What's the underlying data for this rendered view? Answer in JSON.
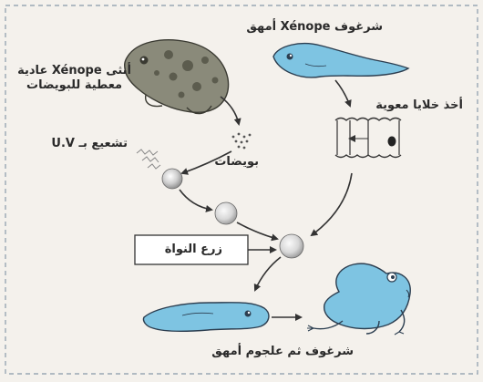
{
  "labels": {
    "tadpole_top": "شرغوف Xénope أمهق",
    "female_line1": "أنثى Xénope عادية",
    "female_line2": "معطية للبويضات",
    "intestinal_cells": "أخذ خلايا معوية",
    "uv": "تشعيع بـ U.V",
    "eggs": "بويضات",
    "nucleus_transplant": "زرع النواة",
    "bottom_caption": "شرغوف ثم علجوم أمهق"
  },
  "colors": {
    "albino_blue": "#7ec4e2",
    "outline": "#2c3e50",
    "arrow": "#333333",
    "background": "#f4f1ec",
    "frog_normal": "#8a8a7a"
  }
}
